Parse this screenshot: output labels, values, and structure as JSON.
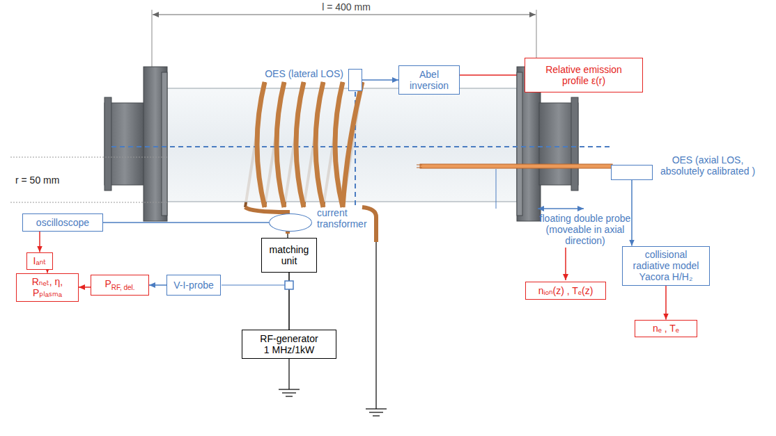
{
  "diagram": {
    "nodes": [
      {
        "text": [
          "OES (lateral LOS)"
        ]
      },
      {
        "text": [
          "Abel inversion"
        ]
      },
      {
        "text": [
          "Relative emission profile ε(r)"
        ]
      },
      {
        "text": [
          "OES (axial LOS, absolutely calibrated )"
        ]
      },
      {
        "text": [
          "oscilloscope"
        ]
      },
      {
        "text": [
          "current transformer"
        ]
      },
      {
        "text": [
          "collisional radiative model Yacora H/H₂"
        ]
      },
      {
        "text": [
          "matching unit"
        ]
      },
      {
        "text": [
          "nᵢₒₙ(z) , Tₑ(z)"
        ]
      },
      {
        "text": [
          "Iₐₙₜ"
        ]
      },
      {
        "text": [
          "Rₙₑₜ, η, Pₚₗₐₛₘₐ"
        ]
      },
      {
        "text": [
          "P",
          "RF, del."
        ]
      },
      {
        "text": [
          "V-I-probe"
        ]
      },
      {
        "text": [
          "nₑ , Tₑ"
        ]
      },
      {
        "text": [
          "RF-generator 1 MHz/1kW"
        ]
      }
    ],
    "edges": [
      {
        "from": 0,
        "to": 1,
        "arrow": "to"
      },
      {
        "from": 1,
        "to": 2,
        "arrow": "to"
      },
      {
        "from": 3,
        "to": 6,
        "arrow": "to"
      },
      {
        "from": 6,
        "to": 13,
        "arrow": "to"
      },
      {
        "from": 4,
        "to": 5,
        "arrow": "none"
      },
      {
        "from": 4,
        "to": 9,
        "arrow": "to"
      },
      {
        "from": 9,
        "to": 10,
        "arrow": "to"
      },
      {
        "from": 11,
        "to": 10,
        "arrow": "to"
      },
      {
        "from": 12,
        "to": 11,
        "arrow": "to"
      },
      {
        "from": 7,
        "to": 14,
        "arrow": "none"
      }
    ],
    "labels": [
      "l = 400 mm",
      "r = 50 mm",
      "floating double probe (moveable in axial direction)"
    ]
  }
}
